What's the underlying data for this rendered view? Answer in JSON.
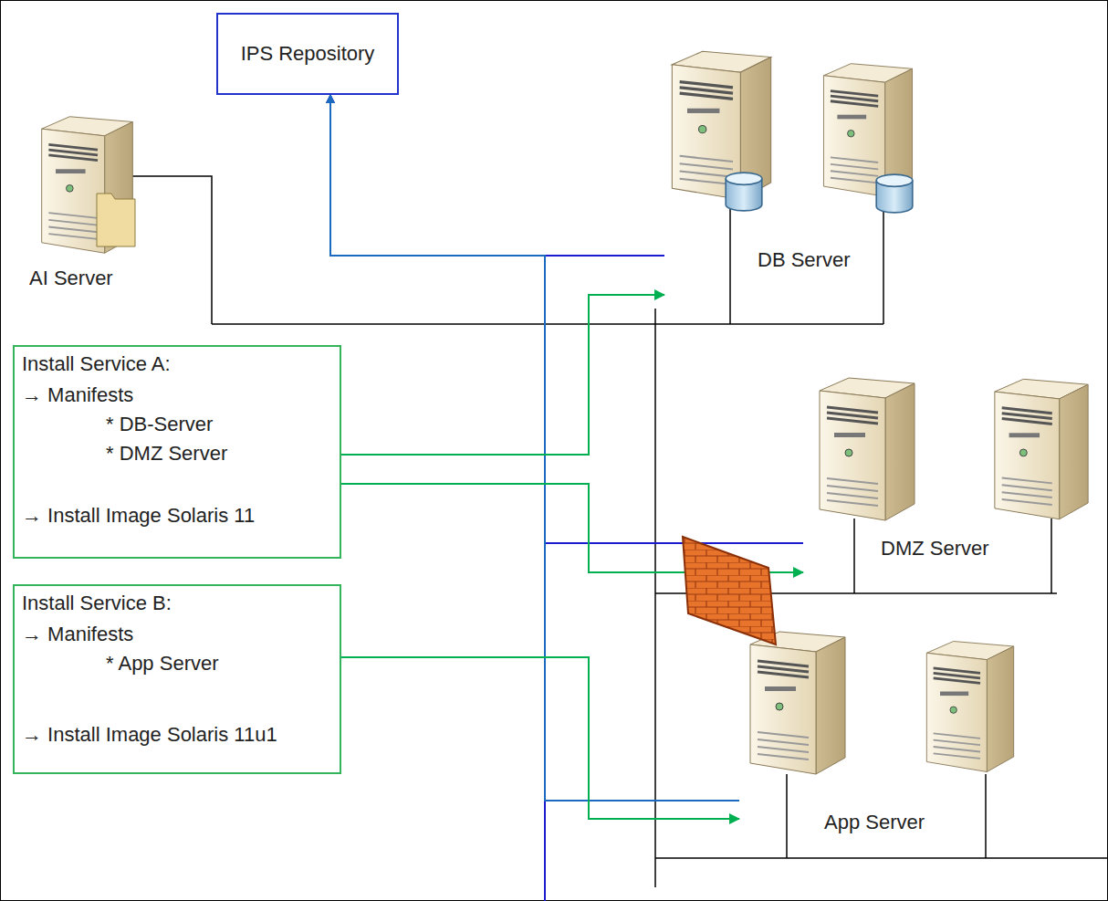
{
  "diagram": {
    "nodes": [
      {
        "text": [
          "IPS Repository"
        ]
      },
      {
        "text": [
          "AI Server"
        ]
      },
      {
        "text": [
          "DB Server"
        ]
      },
      {
        "text": [
          "Install Service A:",
          "→ Manifests",
          "* DB-Server",
          "* DMZ Server",
          "→ Install Image Solaris 11"
        ]
      },
      {
        "text": [
          "DMZ Server"
        ]
      },
      {
        "text": [
          "Install Service B:",
          "→ Manifests",
          "* App Server",
          "→ Install Image Solaris 11u1"
        ]
      },
      {
        "text": [
          "App Server"
        ]
      }
    ],
    "edges": [
      {
        "from": 2,
        "to": 0,
        "arrow": "to"
      },
      {
        "from": 4,
        "to": 0,
        "arrow": "to"
      },
      {
        "from": 6,
        "to": 0,
        "arrow": "to"
      },
      {
        "from": 3,
        "to": 2,
        "arrow": "to"
      },
      {
        "from": 3,
        "to": 4,
        "arrow": "to"
      },
      {
        "from": 5,
        "to": 6,
        "arrow": "to"
      }
    ]
  }
}
